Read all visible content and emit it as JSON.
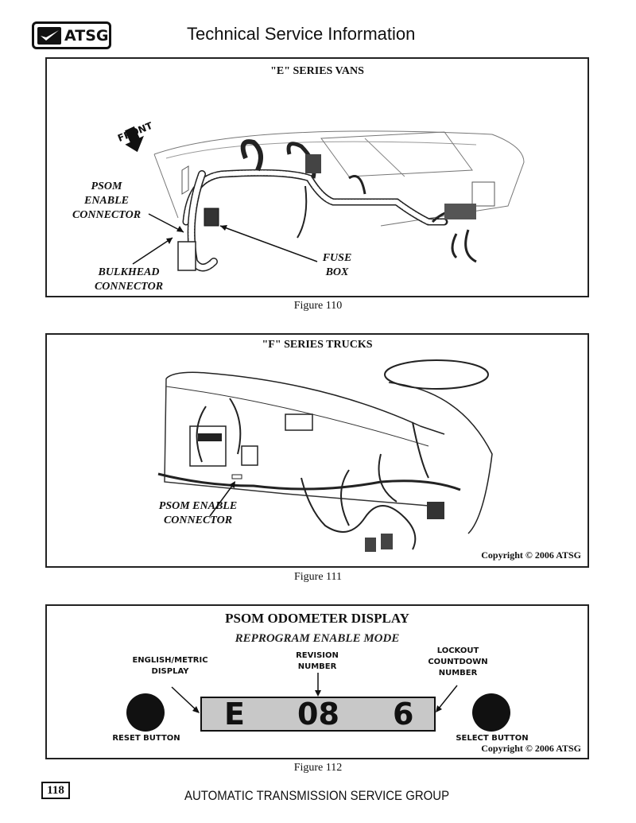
{
  "header": {
    "logo_text": "ATSG",
    "title": "Technical Service Information"
  },
  "figure110": {
    "heading": "\"E\" SERIES VANS",
    "front_label": "FRONT",
    "callouts": {
      "psom_enable_connector": [
        "PSOM",
        "ENABLE",
        "CONNECTOR"
      ],
      "bulkhead_connector": [
        "BULKHEAD",
        "CONNECTOR"
      ],
      "fuse_box": [
        "FUSE",
        "BOX"
      ]
    },
    "caption": "Figure 110"
  },
  "figure111": {
    "heading": "\"F\" SERIES TRUCKS",
    "callouts": {
      "psom_enable_connector": [
        "PSOM ENABLE",
        "CONNECTOR"
      ]
    },
    "copyright": "Copyright © 2006 ATSG",
    "caption": "Figure 111"
  },
  "figure112": {
    "title": "PSOM ODOMETER DISPLAY",
    "subtitle": "REPROGRAM ENABLE MODE",
    "labels": {
      "english_metric": [
        "ENGLISH/METRIC",
        "DISPLAY"
      ],
      "revision": [
        "REVISION",
        "NUMBER"
      ],
      "lockout": [
        "LOCKOUT",
        "COUNTDOWN",
        "NUMBER"
      ],
      "reset_button": "RESET BUTTON",
      "select_button": "SELECT BUTTON"
    },
    "display": {
      "mode": "E",
      "revision": "08",
      "countdown": "6",
      "background_color": "#c8c8c8"
    },
    "copyright": "Copyright © 2006 ATSG",
    "caption": "Figure 112"
  },
  "footer": {
    "page_number": "118",
    "organization": "AUTOMATIC TRANSMISSION SERVICE GROUP"
  }
}
